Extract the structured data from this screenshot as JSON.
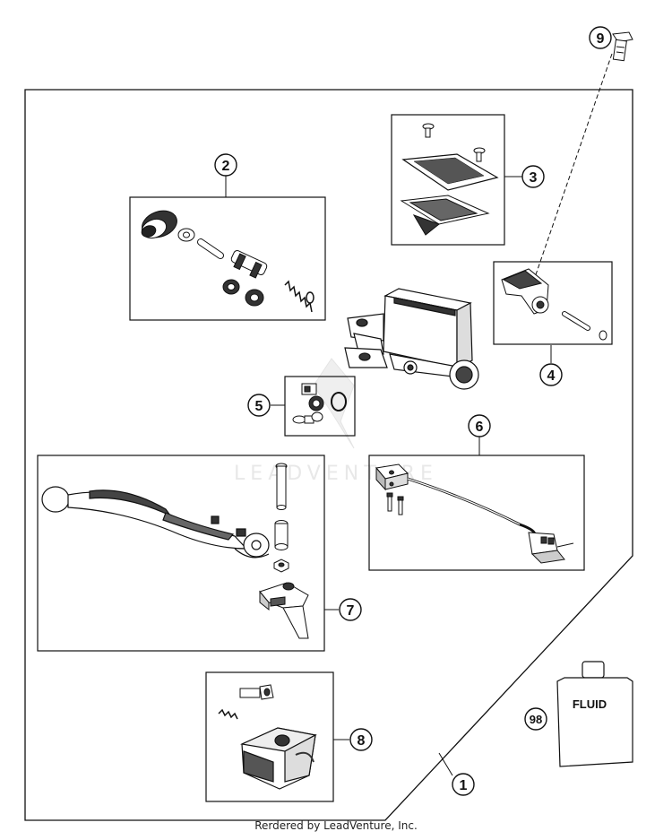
{
  "callouts": {
    "c1": "1",
    "c2": "2",
    "c3": "3",
    "c4": "4",
    "c5": "5",
    "c6": "6",
    "c7": "7",
    "c8": "8",
    "c9": "9",
    "c98": "98"
  },
  "fluid_label": "FLUID",
  "watermark": "LEADVENTURE",
  "footer": "Rerdered by LeadVenture, Inc.",
  "colors": {
    "line": "#111111",
    "part_fill": "#ffffff",
    "shade": "#555555",
    "watermark": "#e6e6e6"
  }
}
